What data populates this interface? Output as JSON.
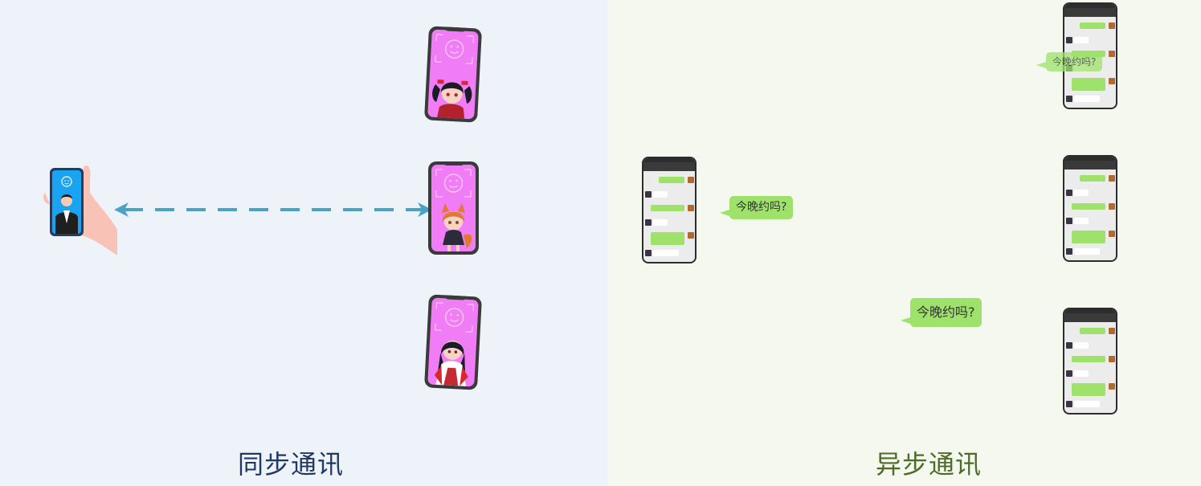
{
  "left_panel": {
    "caption": "同步通讯",
    "background": "#eef2f9",
    "caption_color": "#1f3864"
  },
  "right_panel": {
    "caption": "异步通讯",
    "background": "#f4f8ee",
    "caption_color": "#4e6b2a",
    "bubbles": [
      "今晚约吗?",
      "今晚约吗?",
      "今晚约吗?"
    ]
  },
  "colors": {
    "arrow": "#4aa3c4",
    "phone_pink": "#f07df5",
    "bubble_green": "#9ee26b"
  }
}
